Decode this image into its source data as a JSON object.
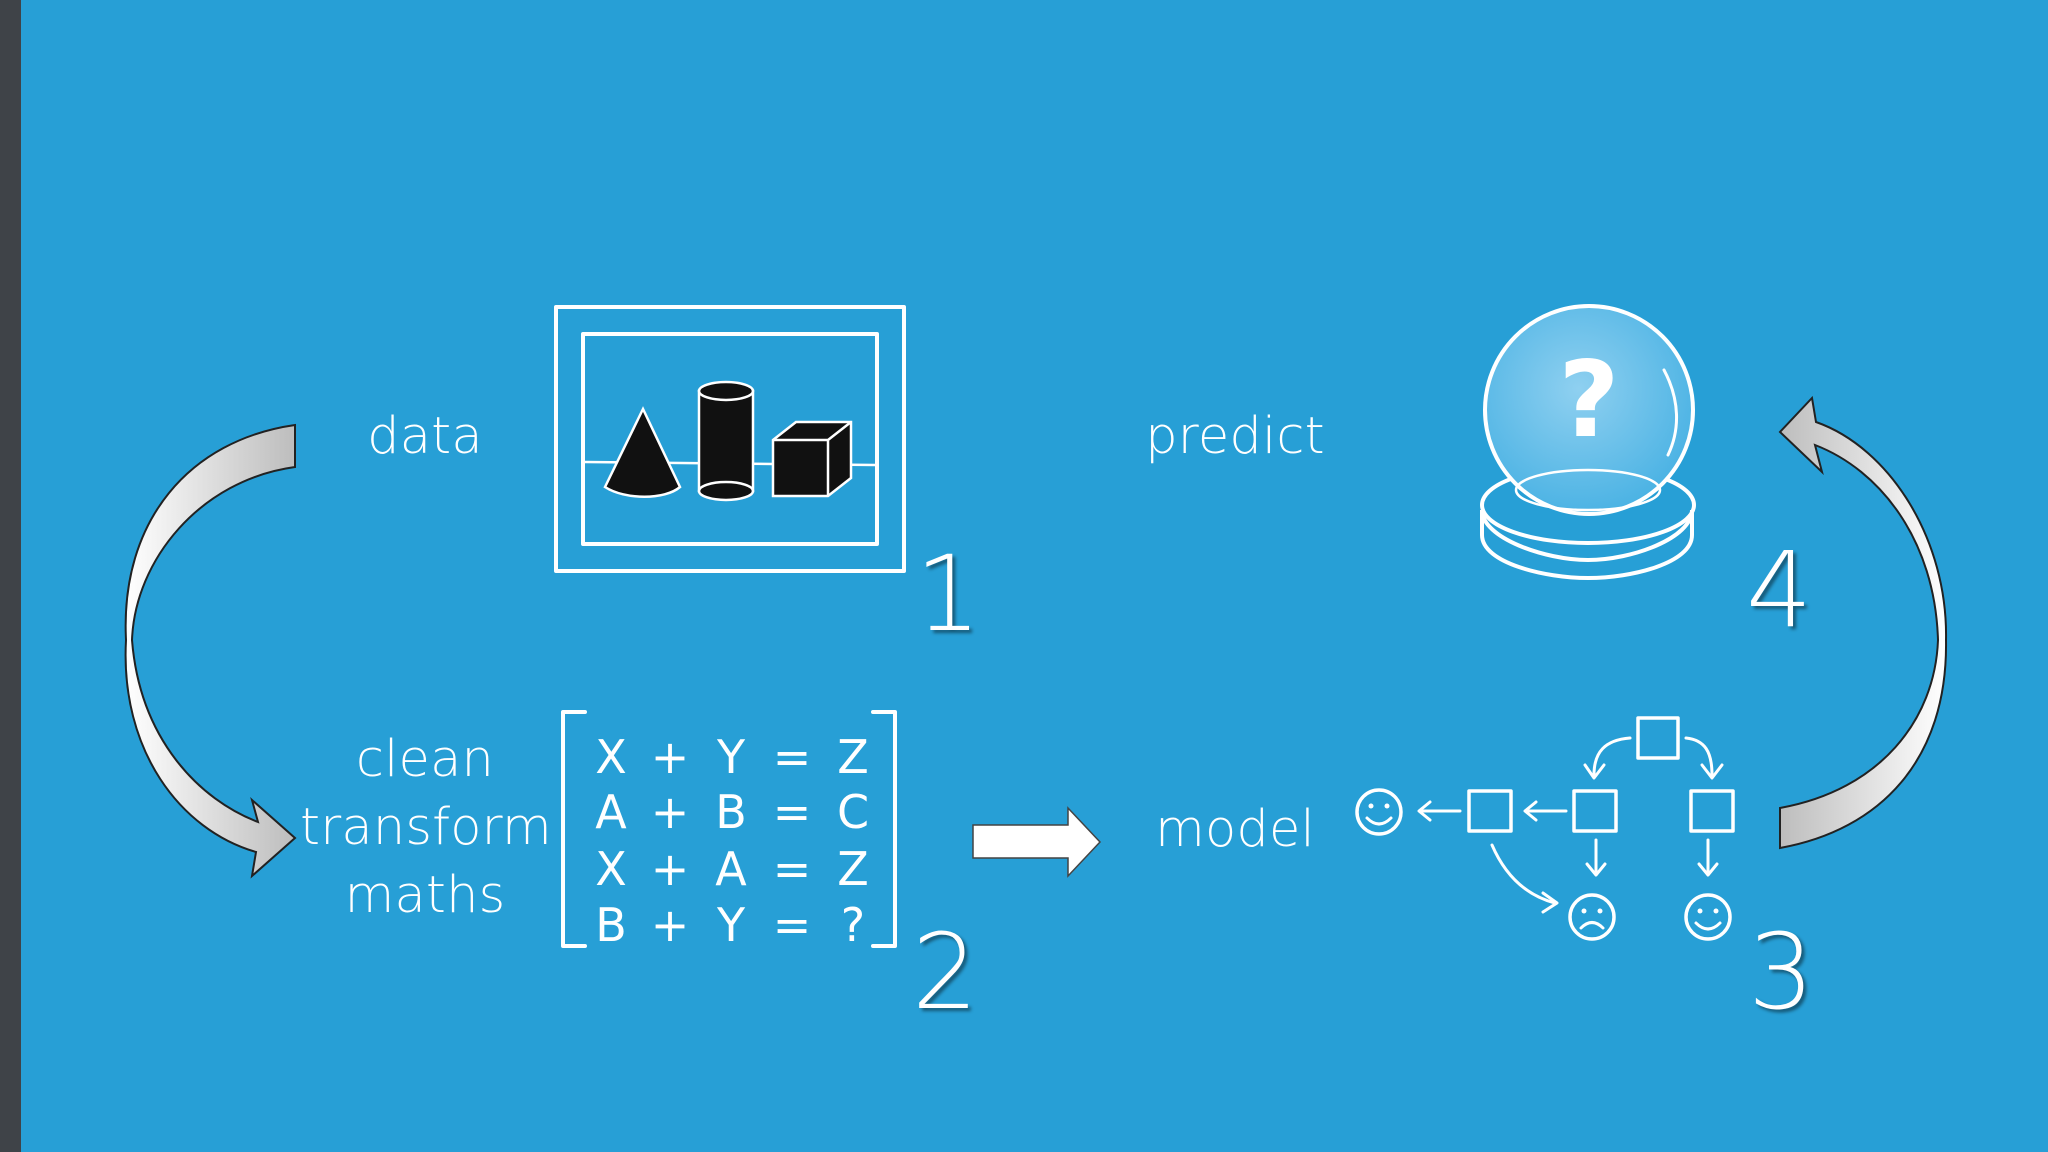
{
  "steps": [
    {
      "number": "1",
      "label": "data"
    },
    {
      "number": "2",
      "label_lines": [
        "clean",
        "transform",
        "maths"
      ]
    },
    {
      "number": "3",
      "label": "model"
    },
    {
      "number": "4",
      "label": "predict"
    }
  ],
  "equations": [
    [
      "X",
      "+",
      "Y",
      "=",
      "Z"
    ],
    [
      "A",
      "+",
      "B",
      "=",
      "C"
    ],
    [
      "X",
      "+",
      "A",
      "=",
      "Z"
    ],
    [
      "B",
      "+",
      "Y",
      "=",
      "?"
    ]
  ],
  "crystal_ball_symbol": "?",
  "colors": {
    "background": "#279fd6",
    "left_bar": "#3f4348",
    "chalk": "#ffffff",
    "arrow_shade": "#c9c9c9"
  },
  "icons": [
    "shapes-picture-icon",
    "equations-icon",
    "decision-tree-icon",
    "crystal-ball-icon"
  ]
}
